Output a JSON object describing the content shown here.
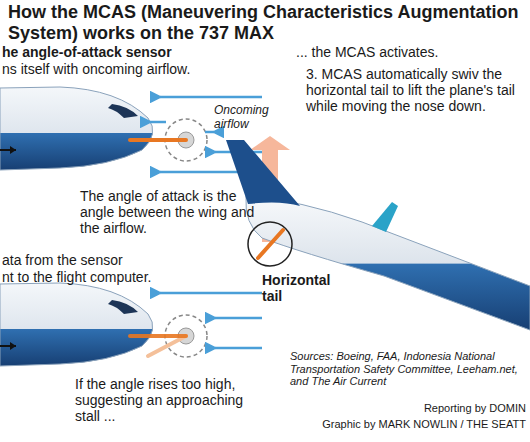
{
  "diagram": {
    "title": "How the MCAS (Maneuvering Characteristics Augmentation System) works on the 737 MAX",
    "labels": [
      "he angle-of-attack sensor",
      "ns itself with oncoming airflow.",
      "Oncoming airflow",
      "The angle of attack is the angle between the wing and the airflow.",
      "ata from the sensor",
      "nt to the flight computer.",
      "If the angle rises too high, suggesting an approaching stall ...",
      "... the MCAS activates.",
      "3. MCAS automatically swiv the horizontal tail to lift the plane's tail while moving the nose down.",
      "Horizontal tail",
      "Sources: Boeing, FAA, Indonesia National Transportation Safety Committee, Leeham.net, and The Air Current",
      "Reporting by DOMIN",
      "Graphic by MARK NOWLIN / THE SEATT"
    ]
  }
}
